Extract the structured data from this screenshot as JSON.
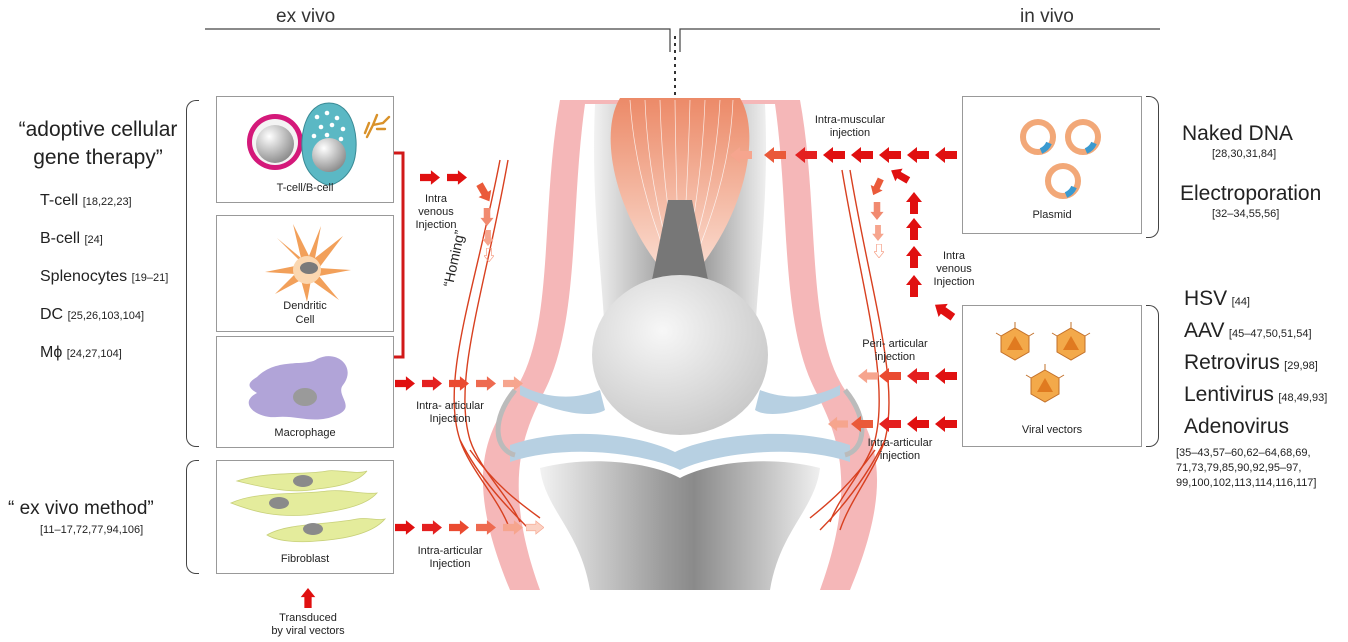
{
  "header": {
    "left": "ex vivo",
    "right": "in vivo"
  },
  "left_panel": {
    "acgt_title": "“adoptive cellular gene therapy”",
    "acgt_lines": [
      "“adoptive cellular",
      "gene therapy”"
    ],
    "cells": [
      {
        "name": "T-cell",
        "ref": "[18,22,23]"
      },
      {
        "name": "B-cell",
        "ref": "[24]"
      },
      {
        "name": "Splenocytes",
        "ref": "[19–21]"
      },
      {
        "name": "DC",
        "ref": "[25,26,103,104]"
      },
      {
        "name": "Mϕ",
        "ref": "[24,27,104]"
      }
    ],
    "exvivo_method": "“ ex vivo method”",
    "exvivo_ref": "[11–17,72,77,94,106]"
  },
  "cell_boxes": {
    "tcell": "T-cell/B-cell",
    "dendritic_lines": [
      "Dendritic",
      "Cell"
    ],
    "macrophage": "Macrophage",
    "fibroblast": "Fibroblast"
  },
  "transduced_lines": [
    "Transduced",
    "by viral vectors"
  ],
  "routes": {
    "iv_left": [
      "Intra",
      "venous",
      "Injection"
    ],
    "homing": "“Homing”",
    "ia_left1": [
      "Intra- articular",
      "Injection"
    ],
    "ia_left2": [
      "Intra-articular",
      "Injection"
    ],
    "im": [
      "Intra-muscular",
      "injection"
    ],
    "iv_right": [
      "Intra",
      "venous",
      "Injection"
    ],
    "peri": [
      "Peri- articular",
      "injection"
    ],
    "ia_right": [
      "Intra-articular",
      "injection"
    ]
  },
  "vector_boxes": {
    "plasmid": "Plasmid",
    "viral": "Viral vectors"
  },
  "right_panel": {
    "naked_dna": {
      "name": "Naked DNA",
      "ref": "[28,30,31,84]"
    },
    "electroporation": {
      "name": "Electroporation",
      "ref": "[32–34,55,56]"
    },
    "viral": [
      {
        "name": "HSV",
        "ref": "[44]"
      },
      {
        "name": "AAV",
        "ref": "[45–47,50,51,54]"
      },
      {
        "name": "Retrovirus",
        "ref": "[29,98]"
      },
      {
        "name": "Lentivirus",
        "ref": "[48,49,93]"
      },
      {
        "name": "Adenovirus",
        "ref": ""
      }
    ],
    "adeno_ref_lines": [
      "[35–43,57–60,62–64,68,69,",
      "71,73,79,85,90,92,95–97,",
      "99,100,102,113,114,116,117]"
    ]
  },
  "colors": {
    "arrow_dark": "#e01010",
    "arrow_mid": "#ea5a3a",
    "arrow_light": "#f6a58e",
    "tissue_pink": "#f2a9ab",
    "cartilage_blue": "#aac8dc",
    "muscle": "#ef9f80",
    "bone_gray": "#8c8c8c",
    "bracket_red": "#d11818"
  }
}
